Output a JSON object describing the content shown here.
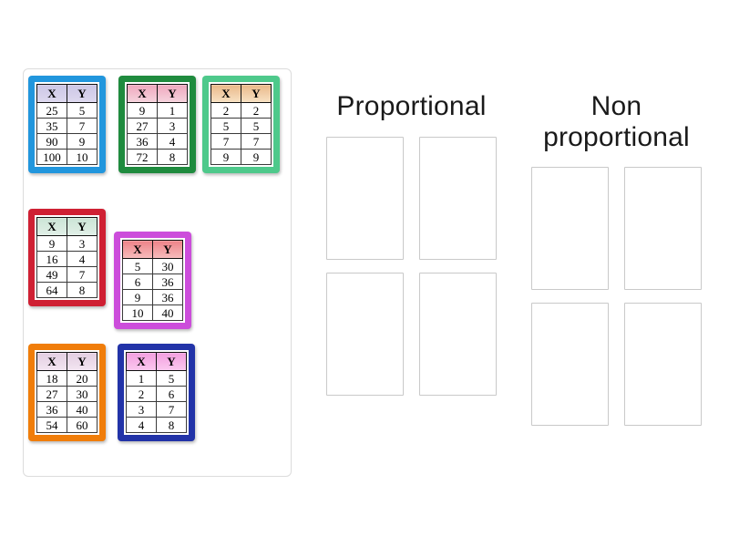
{
  "activity": {
    "type": "sort-into-groups",
    "columns": [
      "X",
      "Y"
    ]
  },
  "source_panel": {
    "label": "unsorted-cards",
    "cards": [
      {
        "id": "card-1",
        "border_color": "#2196dd",
        "header_color_from": "#cdc7e6",
        "header_color_to": "#ded9ef",
        "headers": [
          "X",
          "Y"
        ],
        "rows": [
          [
            "25",
            "5"
          ],
          [
            "35",
            "7"
          ],
          [
            "90",
            "9"
          ],
          [
            "100",
            "10"
          ]
        ]
      },
      {
        "id": "card-2",
        "border_color": "#1f8b3e",
        "header_color_from": "#efa8be",
        "header_color_to": "#f6d4de",
        "headers": [
          "X",
          "Y"
        ],
        "rows": [
          [
            "9",
            "1"
          ],
          [
            "27",
            "3"
          ],
          [
            "36",
            "4"
          ],
          [
            "72",
            "8"
          ]
        ]
      },
      {
        "id": "card-3",
        "border_color": "#4ec98b",
        "header_color_from": "#eab98a",
        "header_color_to": "#f8e2c4",
        "headers": [
          "X",
          "Y"
        ],
        "rows": [
          [
            "2",
            "2"
          ],
          [
            "5",
            "5"
          ],
          [
            "7",
            "7"
          ],
          [
            "9",
            "9"
          ]
        ]
      },
      {
        "id": "card-4",
        "border_color": "#cf2033",
        "header_color_from": "#cce5d6",
        "header_color_to": "#e2f0e8",
        "headers": [
          "X",
          "Y"
        ],
        "rows": [
          [
            "9",
            "3"
          ],
          [
            "16",
            "4"
          ],
          [
            "49",
            "7"
          ],
          [
            "64",
            "8"
          ]
        ]
      },
      {
        "id": "card-5",
        "border_color": "#cc4ddb",
        "header_color_from": "#ee8389",
        "header_color_to": "#f7bdbd",
        "headers": [
          "X",
          "Y"
        ],
        "rows": [
          [
            "5",
            "30"
          ],
          [
            "6",
            "36"
          ],
          [
            "9",
            "36"
          ],
          [
            "10",
            "40"
          ]
        ]
      },
      {
        "id": "card-6",
        "border_color": "#f07d0a",
        "header_color_from": "#e4cfe2",
        "header_color_to": "#f3e6f2",
        "headers": [
          "X",
          "Y"
        ],
        "rows": [
          [
            "18",
            "20"
          ],
          [
            "27",
            "30"
          ],
          [
            "36",
            "40"
          ],
          [
            "54",
            "60"
          ]
        ]
      },
      {
        "id": "card-7",
        "border_color": "#2233a8",
        "header_color_from": "#f39fe0",
        "header_color_to": "#fbc9ef",
        "headers": [
          "X",
          "Y"
        ],
        "rows": [
          [
            "1",
            "5"
          ],
          [
            "2",
            "6"
          ],
          [
            "3",
            "7"
          ],
          [
            "4",
            "8"
          ]
        ]
      }
    ]
  },
  "categories": [
    {
      "id": "proportional",
      "title": "Proportional",
      "dropzone_count": 4,
      "dropzones": [
        "",
        "",
        "",
        ""
      ]
    },
    {
      "id": "non-proportional",
      "title": "Non proportional",
      "dropzone_count": 4,
      "dropzones": [
        "",
        "",
        "",
        ""
      ]
    }
  ],
  "colors": {
    "panel_border": "#dcdcdc",
    "dropzone_border": "#c9c9c9",
    "title_text": "#1a1a1a",
    "page_background": "#ffffff"
  }
}
